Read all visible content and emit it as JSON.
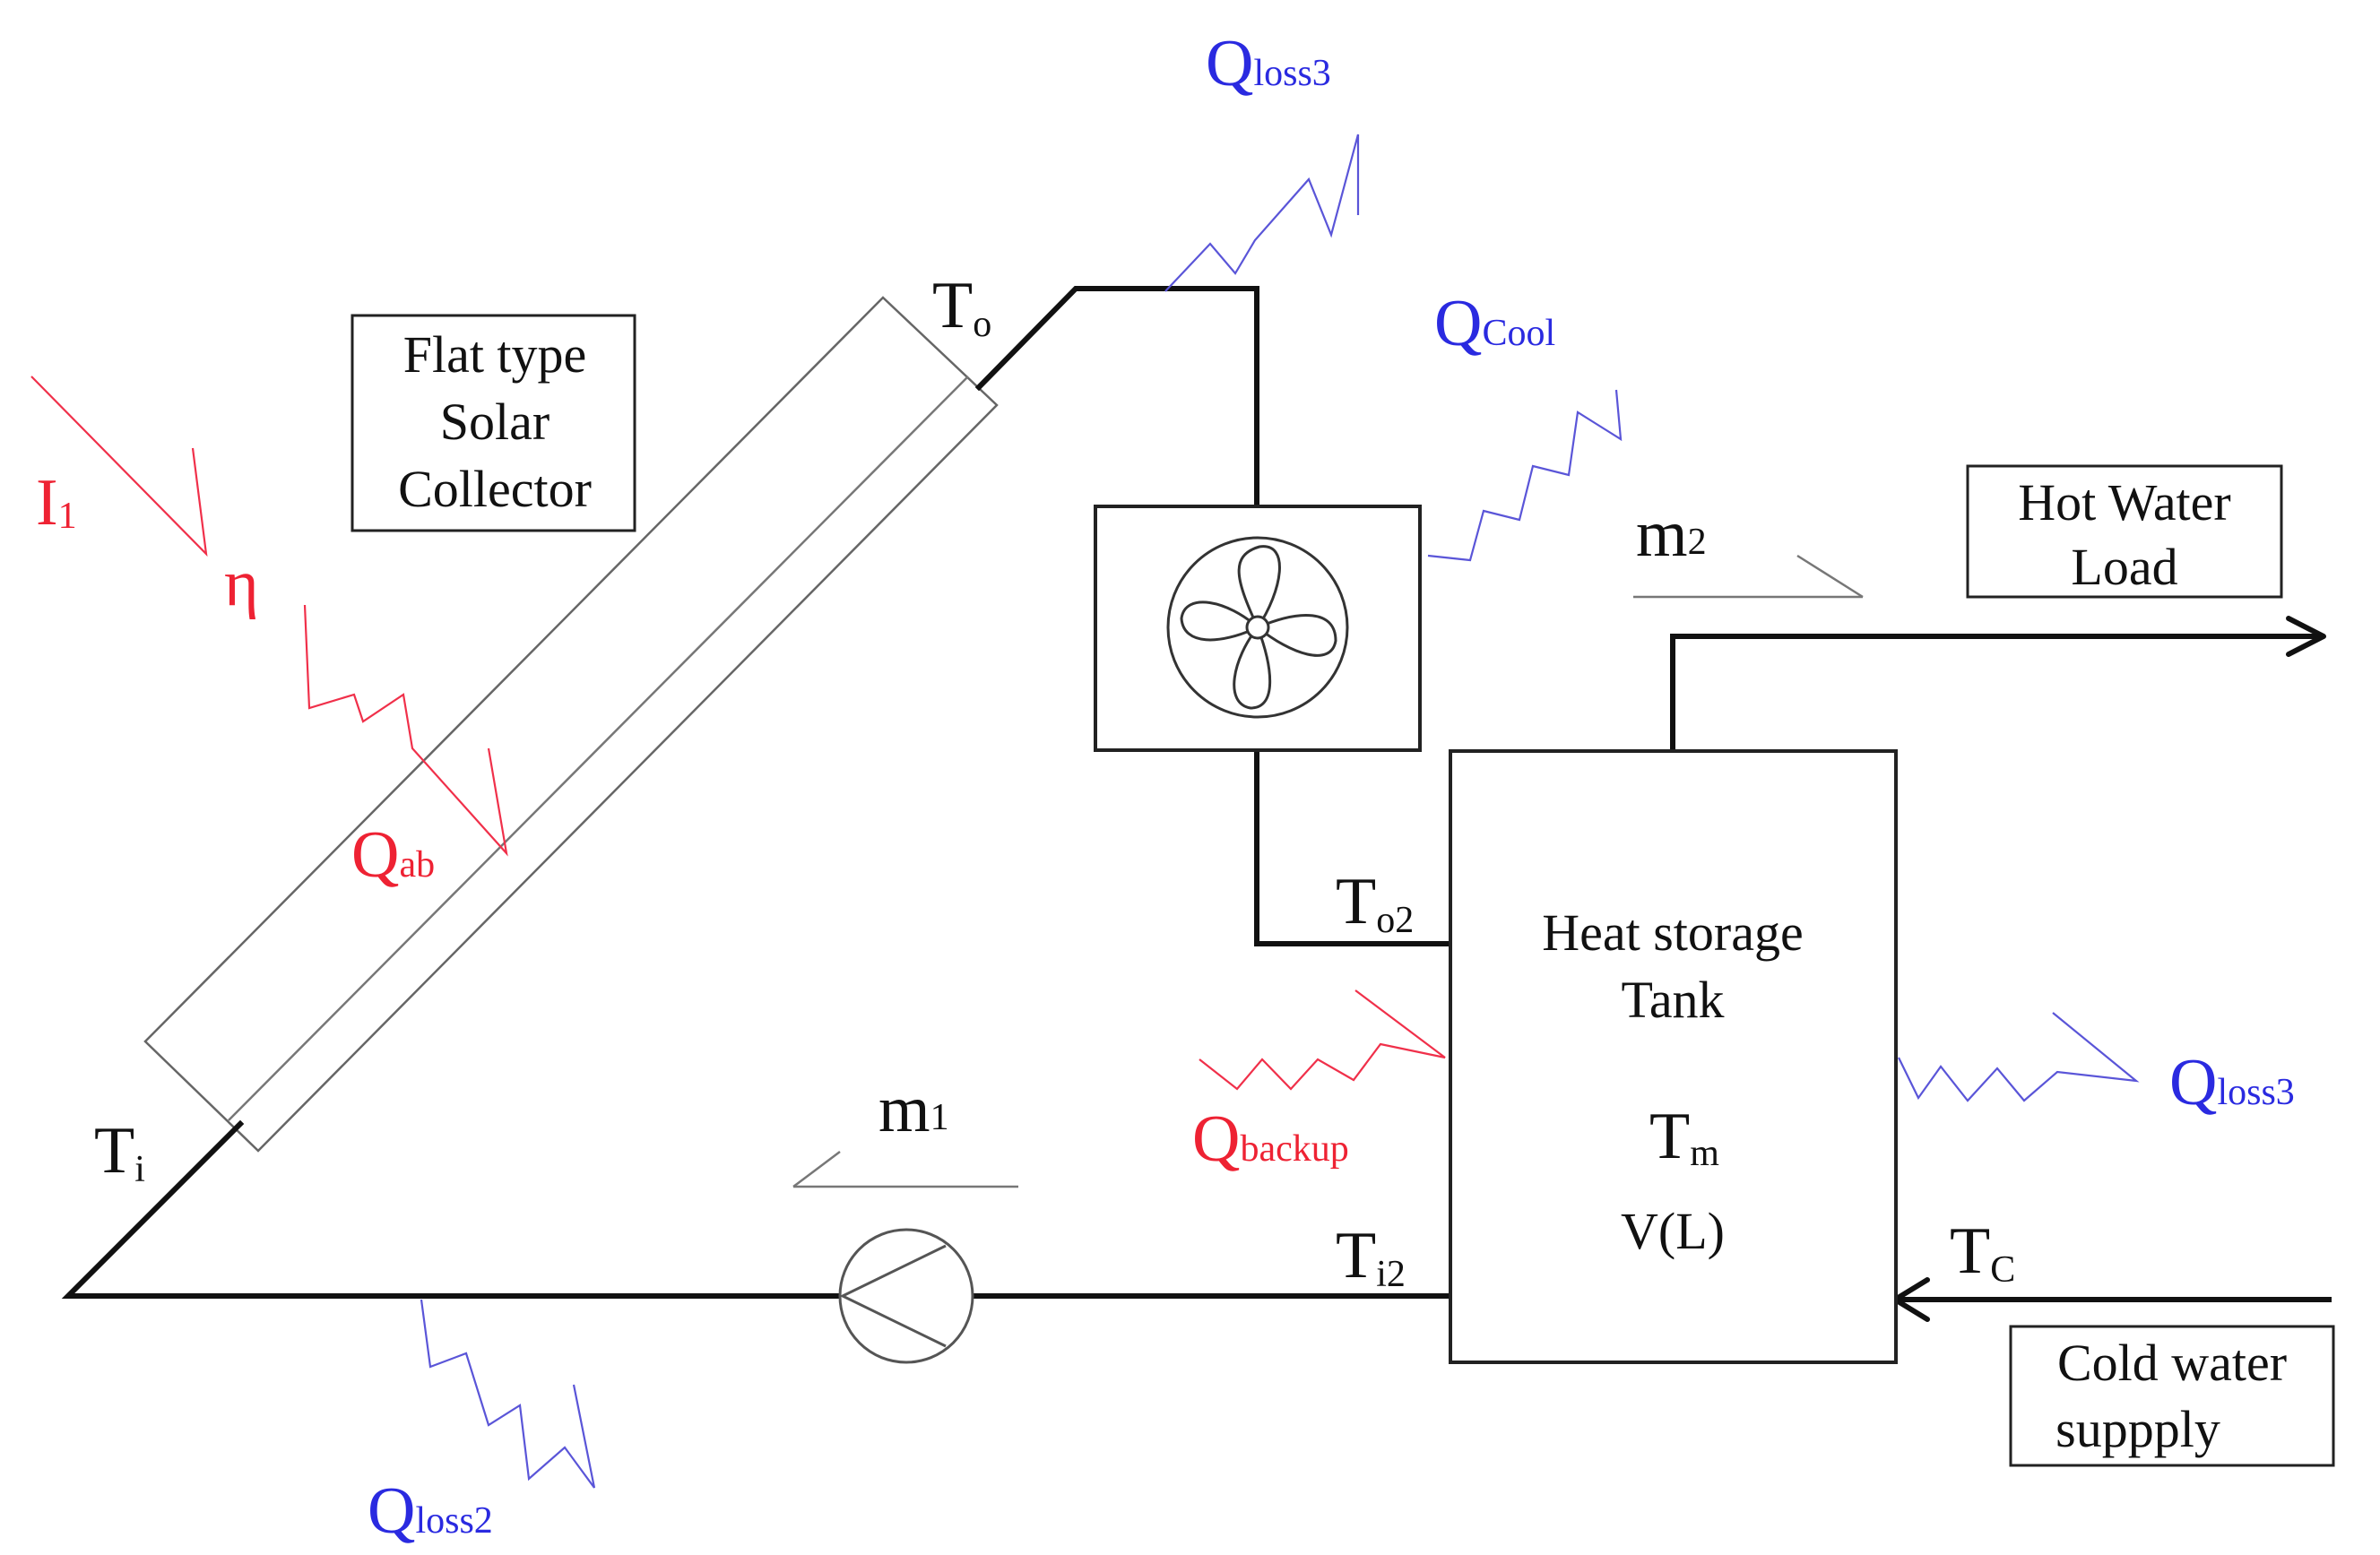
{
  "collector_label": [
    "Flat type",
    "Solar",
    "Collector"
  ],
  "hot_water_label": [
    "Hot Water",
    "Load"
  ],
  "cold_water_label": [
    "Cold water",
    "suppply"
  ],
  "tank_label": [
    "Heat storage",
    "Tank"
  ],
  "tank_temp": {
    "main": "T",
    "sub": "m"
  },
  "tank_volume": "V(L)",
  "labels": {
    "T_o": {
      "main": "T",
      "sub": "o"
    },
    "T_i": {
      "main": "T",
      "sub": "i"
    },
    "T_o2": {
      "main": "T",
      "sub": "o2"
    },
    "T_i2": {
      "main": "T",
      "sub": "i2"
    },
    "T_C": {
      "main": "T",
      "sub": "C"
    },
    "m1": {
      "main": "m",
      "sub": "1"
    },
    "m2": {
      "main": "m",
      "sub": "2"
    },
    "I1": {
      "main": "I",
      "sub": "1"
    },
    "eta": "η",
    "Q_ab": {
      "main": "Q",
      "sub": "ab"
    },
    "Q_backup": {
      "main": "Q",
      "sub": "backup"
    },
    "Q_loss3_top": {
      "main": "Q",
      "sub": "loss3"
    },
    "Q_cool": {
      "main": "Q",
      "sub": "Cool"
    },
    "Q_loss3_right": {
      "main": "Q",
      "sub": "loss3"
    },
    "Q_loss2": {
      "main": "Q",
      "sub": "loss2"
    }
  },
  "colors": {
    "heat_input": "#ee2233",
    "heat_loss": "#2a2ae0",
    "pipe": "#111111"
  }
}
